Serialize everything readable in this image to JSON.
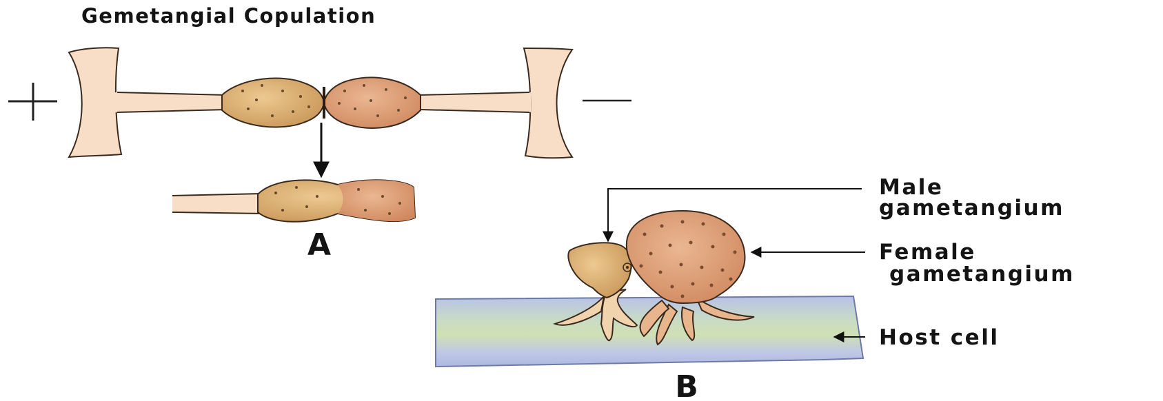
{
  "title": "Gemetangial Copulation",
  "signs": {
    "plus": "+",
    "minus": "—"
  },
  "panels": {
    "a": "A",
    "b": "B"
  },
  "labels": {
    "male_line1": "Male",
    "male_line2": "gametangium",
    "female_line1": "Female",
    "female_line2": "gametangium",
    "host": "Host cell"
  },
  "colors": {
    "hypha": "#f8dec7",
    "male_gametangium": "#d9aa6f",
    "female_gametangium": "#db9a72",
    "host_cell": "#b9c5e6",
    "outline": "#3a2a1e",
    "text": "#141414"
  }
}
